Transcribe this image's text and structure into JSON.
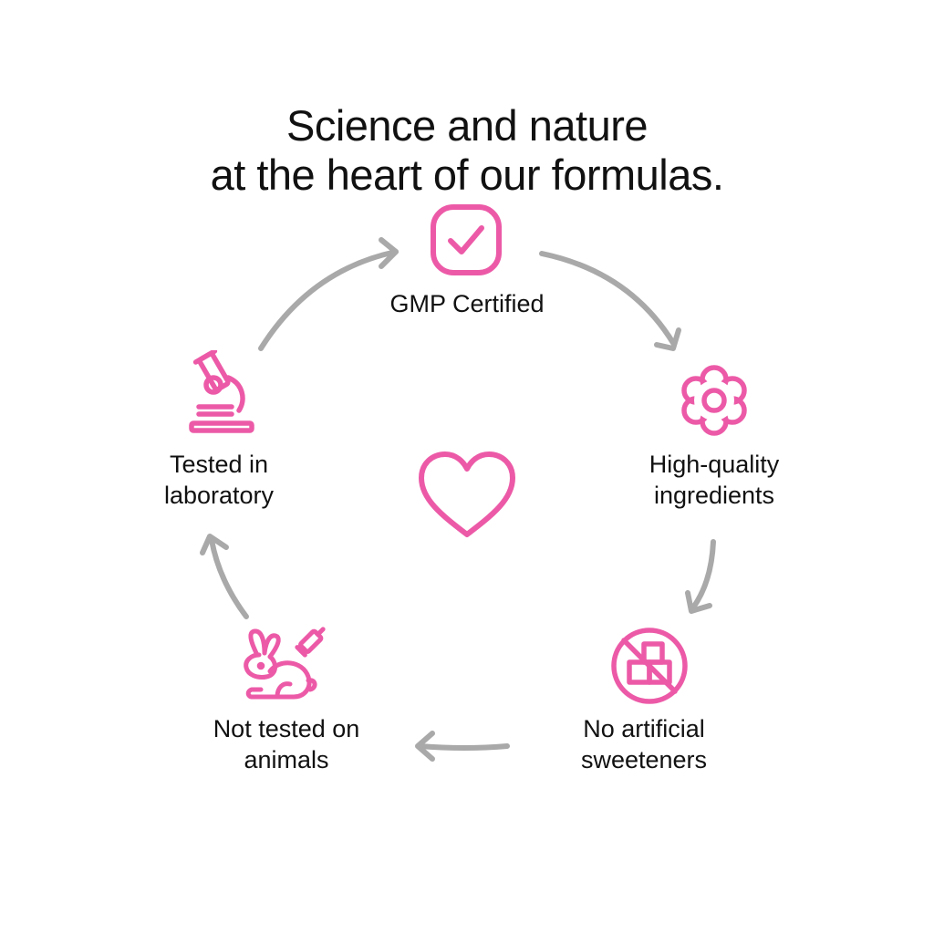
{
  "title": {
    "line1": "Science and nature",
    "line2": "at the heart of our formulas."
  },
  "colors": {
    "accent": "#ec5aa7",
    "arrow": "#a9a9a9",
    "text": "#111111"
  },
  "steps": [
    {
      "icon": "checkbox-icon",
      "lines": [
        "GMP Certified"
      ]
    },
    {
      "icon": "flower-icon",
      "lines": [
        "High-quality",
        "ingredients"
      ]
    },
    {
      "icon": "no-sugar-cubes-icon",
      "lines": [
        "No artificial",
        "sweeteners"
      ]
    },
    {
      "icon": "rabbit-icon",
      "lines": [
        "Not tested on",
        "animals"
      ]
    },
    {
      "icon": "microscope-icon",
      "lines": [
        "Tested in",
        "laboratory"
      ]
    }
  ],
  "center_icon": "heart-icon"
}
